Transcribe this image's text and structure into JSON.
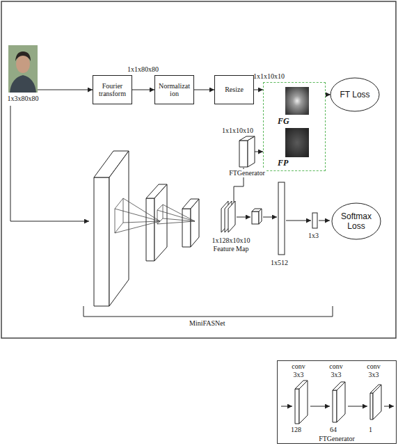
{
  "diagram": {
    "nodes": [
      {
        "text": [
          "1x3x80x80"
        ]
      },
      {
        "text": [
          "Fourier transform"
        ]
      },
      {
        "text": [
          "Normalizat ion"
        ]
      },
      {
        "text": [
          "Resize"
        ]
      },
      {
        "text": [
          "FG",
          "FP"
        ]
      },
      {
        "text": [
          "FT Loss"
        ]
      },
      {
        "text": [
          "FTGenerator"
        ]
      },
      {
        "text": [
          "Softmax Loss"
        ]
      },
      {
        "text": [
          "FTGenerator"
        ]
      }
    ],
    "edges": [
      {
        "from": 0,
        "to": 1,
        "arrow": "to"
      },
      {
        "from": 1,
        "to": 2,
        "arrow": "to"
      },
      {
        "from": 2,
        "to": 3,
        "arrow": "to"
      },
      {
        "from": 3,
        "to": 4,
        "arrow": "to"
      },
      {
        "from": 4,
        "to": 5,
        "arrow": "to"
      },
      {
        "from": 6,
        "to": 4,
        "arrow": "to"
      }
    ],
    "labels": [
      "1x1x80x80",
      "1x1x10x10",
      "1x1x10x10",
      "1x128x10x10 Feature Map",
      "1x512",
      "1x3",
      "MiniFASNet",
      "conv 3x3",
      "conv 3x3",
      "conv 3x3",
      "128",
      "64",
      "1"
    ]
  }
}
